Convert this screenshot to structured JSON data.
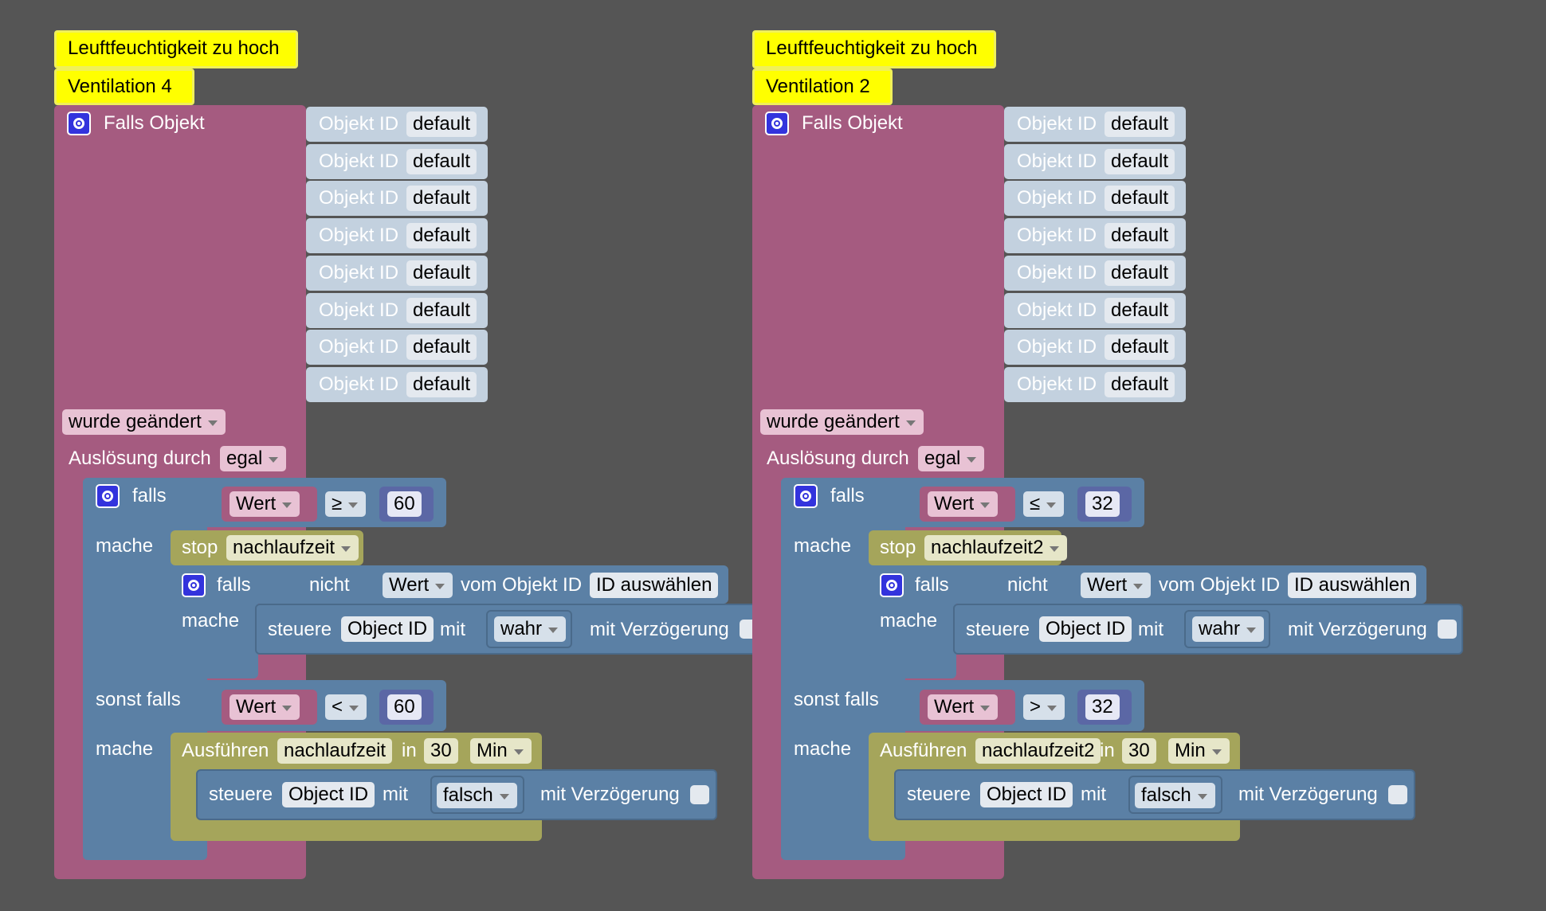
{
  "scripts": [
    {
      "comments": [
        "Leuftfeuchtigkeit zu hoch",
        "Ventilation 4"
      ],
      "trigger": {
        "label": "Falls Objekt",
        "object_ids": [
          {
            "label": "Objekt ID",
            "value": "default"
          },
          {
            "label": "Objekt ID",
            "value": "default"
          },
          {
            "label": "Objekt ID",
            "value": "default"
          },
          {
            "label": "Objekt ID",
            "value": "default"
          },
          {
            "label": "Objekt ID",
            "value": "default"
          },
          {
            "label": "Objekt ID",
            "value": "default"
          },
          {
            "label": "Objekt ID",
            "value": "default"
          },
          {
            "label": "Objekt ID",
            "value": "default"
          }
        ],
        "change_mode": "wurde geändert",
        "trigger_by_label": "Auslösung durch",
        "trigger_by_value": "egal"
      },
      "if_block": {
        "falls": "falls",
        "mache": "mache",
        "sonst_falls": "sonst falls",
        "cond1": {
          "left": "Wert",
          "op": "≥",
          "right": "60"
        },
        "stop": {
          "label": "stop",
          "value": "nachlaufzeit"
        },
        "inner_if": {
          "falls": "falls",
          "nicht": "nicht",
          "wert": "Wert",
          "vom": "vom Objekt ID",
          "id": "ID auswählen",
          "mache": "mache"
        },
        "control1": {
          "label": "steuere",
          "object": "Object ID",
          "mit": "mit",
          "value": "wahr",
          "delay": "mit Verzögerung"
        },
        "cond2": {
          "left": "Wert",
          "op": "<",
          "right": "60"
        },
        "execute": {
          "label": "Ausführen",
          "name": "nachlaufzeit",
          "in": "in",
          "amount": "30",
          "unit": "Min"
        },
        "control2": {
          "label": "steuere",
          "object": "Object ID",
          "mit": "mit",
          "value": "falsch",
          "delay": "mit Verzögerung"
        }
      }
    },
    {
      "comments": [
        "Leuftfeuchtigkeit zu hoch",
        "Ventilation 2"
      ],
      "trigger": {
        "label": "Falls Objekt",
        "object_ids": [
          {
            "label": "Objekt ID",
            "value": "default"
          },
          {
            "label": "Objekt ID",
            "value": "default"
          },
          {
            "label": "Objekt ID",
            "value": "default"
          },
          {
            "label": "Objekt ID",
            "value": "default"
          },
          {
            "label": "Objekt ID",
            "value": "default"
          },
          {
            "label": "Objekt ID",
            "value": "default"
          },
          {
            "label": "Objekt ID",
            "value": "default"
          },
          {
            "label": "Objekt ID",
            "value": "default"
          }
        ],
        "change_mode": "wurde geändert",
        "trigger_by_label": "Auslösung durch",
        "trigger_by_value": "egal"
      },
      "if_block": {
        "falls": "falls",
        "mache": "mache",
        "sonst_falls": "sonst falls",
        "cond1": {
          "left": "Wert",
          "op": "≤",
          "right": "32"
        },
        "stop": {
          "label": "stop",
          "value": "nachlaufzeit2"
        },
        "inner_if": {
          "falls": "falls",
          "nicht": "nicht",
          "wert": "Wert",
          "vom": "vom Objekt ID",
          "id": "ID auswählen",
          "mache": "mache"
        },
        "control1": {
          "label": "steuere",
          "object": "Object ID",
          "mit": "mit",
          "value": "wahr",
          "delay": "mit Verzögerung"
        },
        "cond2": {
          "left": "Wert",
          "op": ">",
          "right": "32"
        },
        "execute": {
          "label": "Ausführen",
          "name": "nachlaufzeit2",
          "in": "in",
          "amount": "30",
          "unit": "Min"
        },
        "control2": {
          "label": "steuere",
          "object": "Object ID",
          "mit": "mit",
          "value": "falsch",
          "delay": "mit Verzögerung"
        }
      }
    }
  ],
  "colors": {
    "background": "#555555",
    "event_block": "#a55b80",
    "control_block": "#5b80a5",
    "timer_block": "#a5a55b",
    "object_id_block": "#c3d1df",
    "comment": "#ffff00"
  }
}
